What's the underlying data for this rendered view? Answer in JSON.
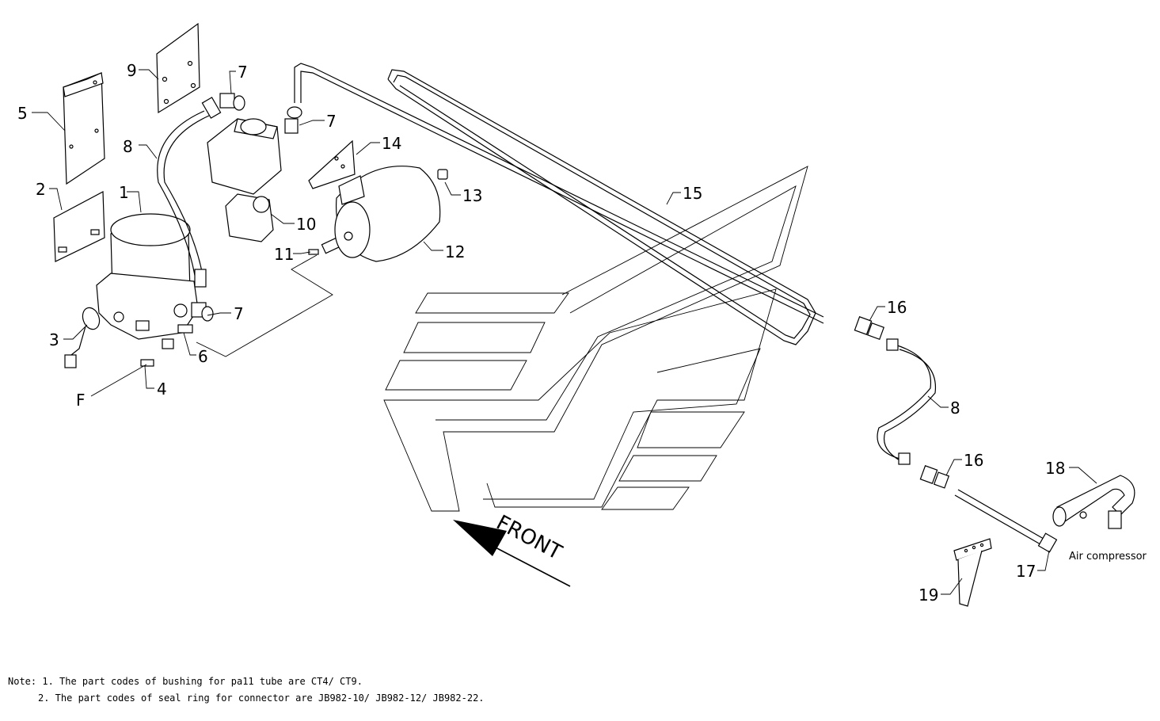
{
  "callouts": {
    "c1": "1",
    "c2": "2",
    "c3": "3",
    "c4": "4",
    "c5": "5",
    "c6": "6",
    "c7a": "7",
    "c7b": "7",
    "c7c": "7",
    "c8a": "8",
    "c8b": "8",
    "c9": "9",
    "c10": "10",
    "c11": "11",
    "c12": "12",
    "c13": "13",
    "c14": "14",
    "c15": "15",
    "c16a": "16",
    "c16b": "16",
    "c17": "17",
    "c18": "18",
    "c19": "19",
    "cF": "F"
  },
  "labels": {
    "front": "FRONT",
    "air_compressor": "Air compressor"
  },
  "notes": {
    "line1": "Note: 1. The part codes of bushing for pa11 tube are CT4/ CT9.",
    "line2": "2. The part codes of seal ring for connector are JB982-10/ JB982-12/ JB982-22."
  }
}
